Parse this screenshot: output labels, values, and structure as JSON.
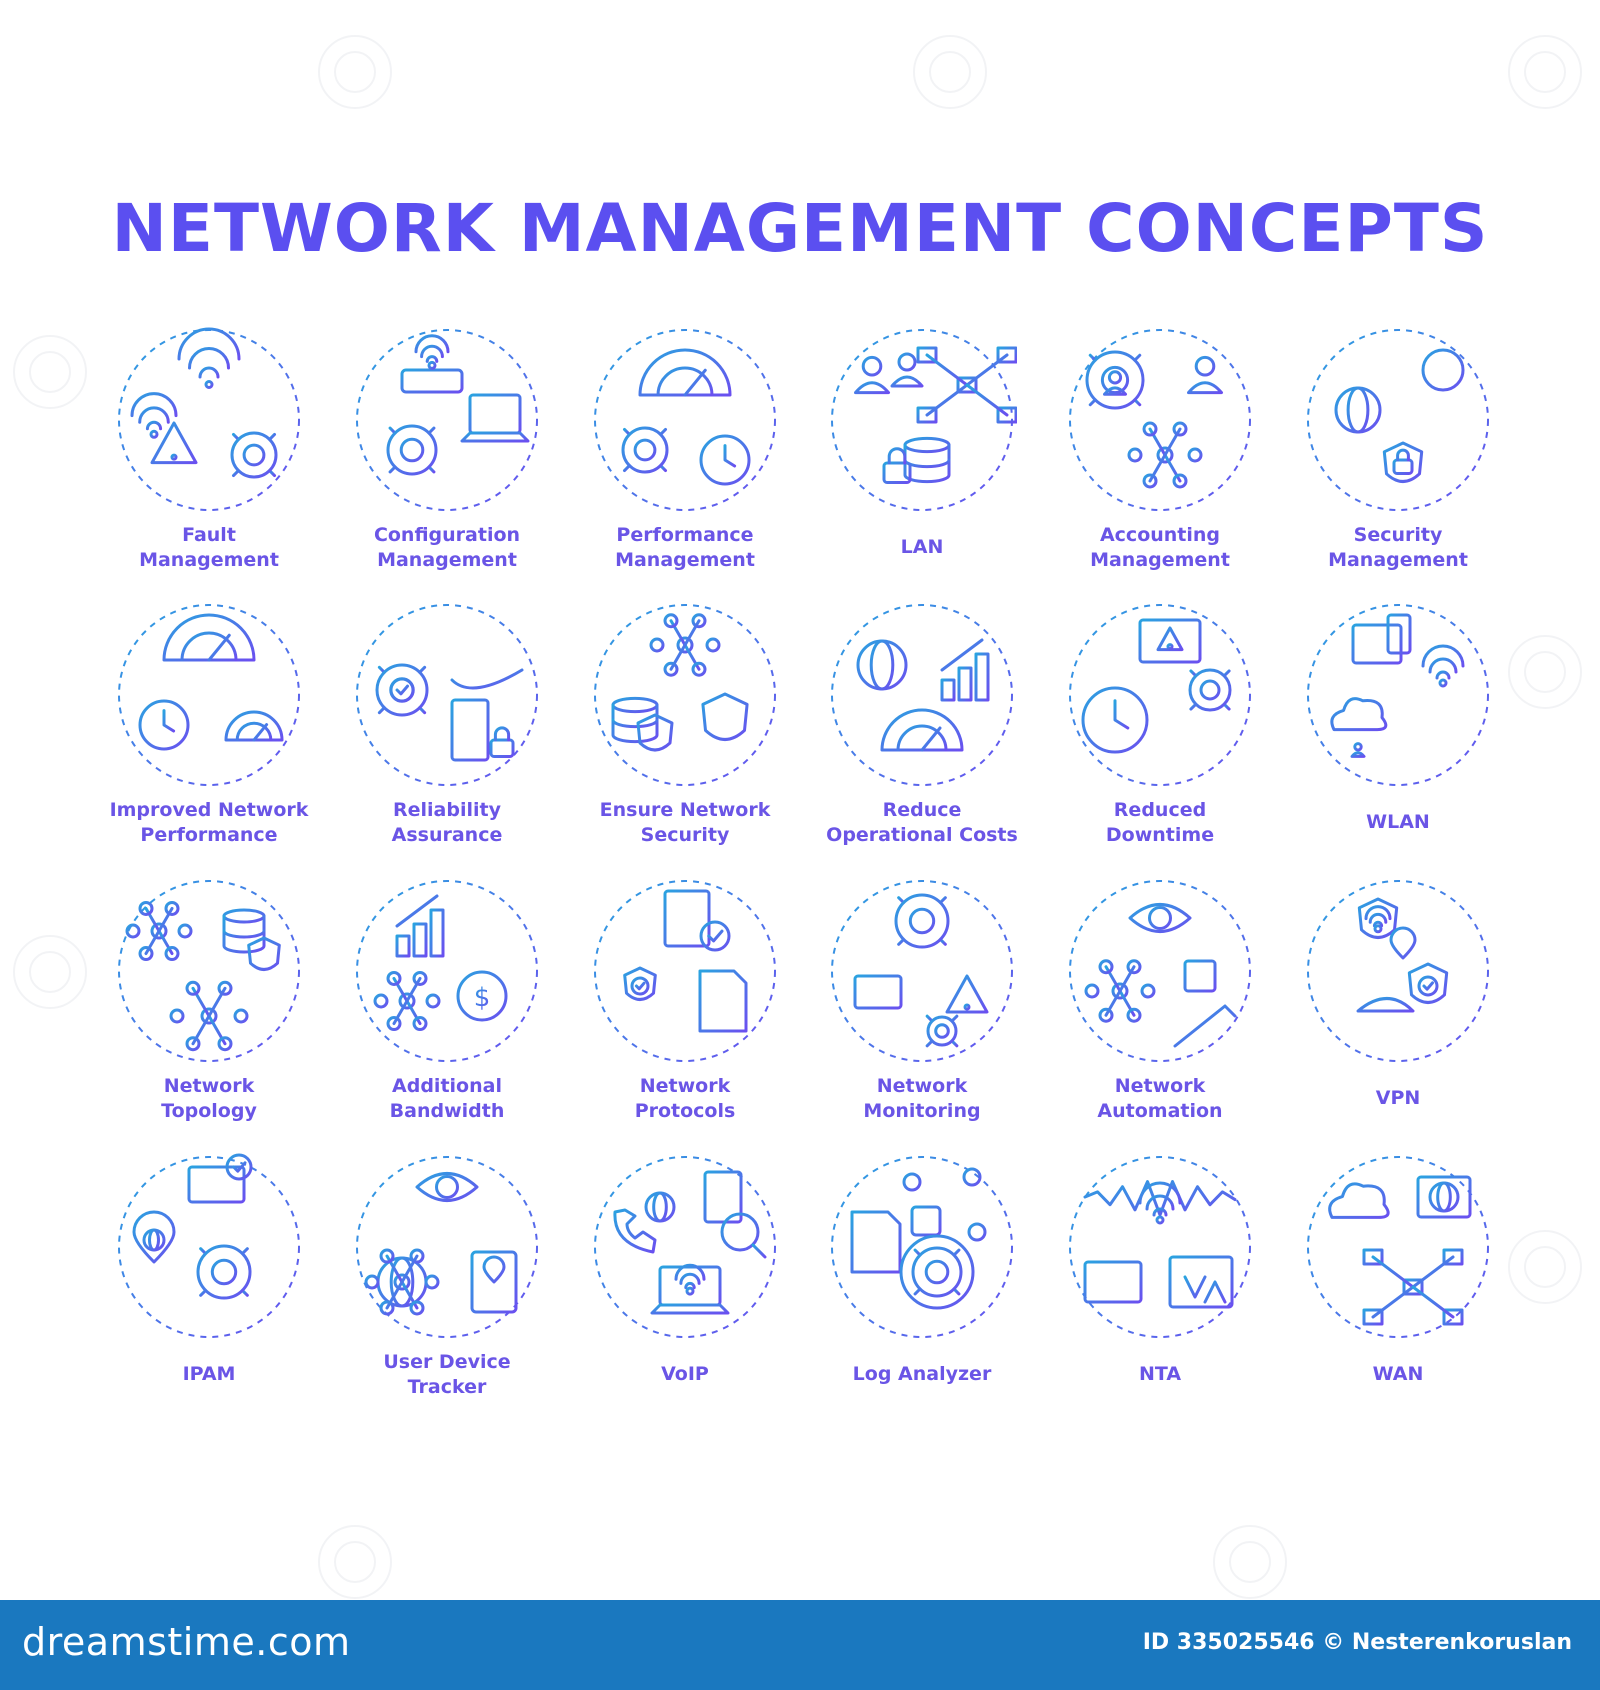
{
  "title": "NETWORK MANAGEMENT CONCEPTS",
  "colors": {
    "title": "#5b4ff0",
    "label": "#6a55e6",
    "icon_gradient_start": "#2aa3e0",
    "icon_gradient_end": "#6a4ff0",
    "footer_bar": "#1a78bf"
  },
  "icons": [
    {
      "label": "Fault\nManagement",
      "icon": "wifi-warning-gear-icon"
    },
    {
      "label": "Configuration\nManagement",
      "icon": "router-gear-laptop-icon"
    },
    {
      "label": "Performance\nManagement",
      "icon": "gauge-stopwatch-icon"
    },
    {
      "label": "LAN",
      "icon": "team-network-database-icon"
    },
    {
      "label": "Accounting\nManagement",
      "icon": "user-gear-globe-icon"
    },
    {
      "label": "Security\nManagement",
      "icon": "key-lock-globe-icon"
    },
    {
      "label": "Improved Network\nPerformance",
      "icon": "speedometer-download-icon"
    },
    {
      "label": "Reliability\nAssurance",
      "icon": "gear-hand-server-icon"
    },
    {
      "label": "Ensure Network\nSecurity",
      "icon": "shield-database-icon"
    },
    {
      "label": "Reduce\nOperational Costs",
      "icon": "globe-chart-dollar-icon"
    },
    {
      "label": "Reduced\nDowntime",
      "icon": "clock-wrench-alert-icon"
    },
    {
      "label": "WLAN",
      "icon": "cloud-router-users-icon"
    },
    {
      "label": "Network\nTopology",
      "icon": "nodes-database-shield-icon"
    },
    {
      "label": "Additional\nBandwidth",
      "icon": "bar-chart-dollar-icon"
    },
    {
      "label": "Network\nProtocols",
      "icon": "checklist-document-icon"
    },
    {
      "label": "Network\nMonitoring",
      "icon": "gear-monitor-alert-icon"
    },
    {
      "label": "Network\nAutomation",
      "icon": "eye-chip-robot-arm-icon"
    },
    {
      "label": "VPN",
      "icon": "shield-location-spy-icon"
    },
    {
      "label": "IPAM",
      "icon": "ip-location-gears-icon"
    },
    {
      "label": "User Device\nTracker",
      "icon": "eye-globe-map-icon"
    },
    {
      "label": "VoIP",
      "icon": "phone-server-laptop-icon"
    },
    {
      "label": "Log Analyzer",
      "icon": "document-flow-search-icon"
    },
    {
      "label": "NTA",
      "icon": "waveform-chart-icon"
    },
    {
      "label": "WAN",
      "icon": "cloud-globe-network-icon"
    }
  ],
  "footer": {
    "brand": "dreamstime.com",
    "id_credit": "ID 335025546 © Nesterenkoruslan"
  }
}
